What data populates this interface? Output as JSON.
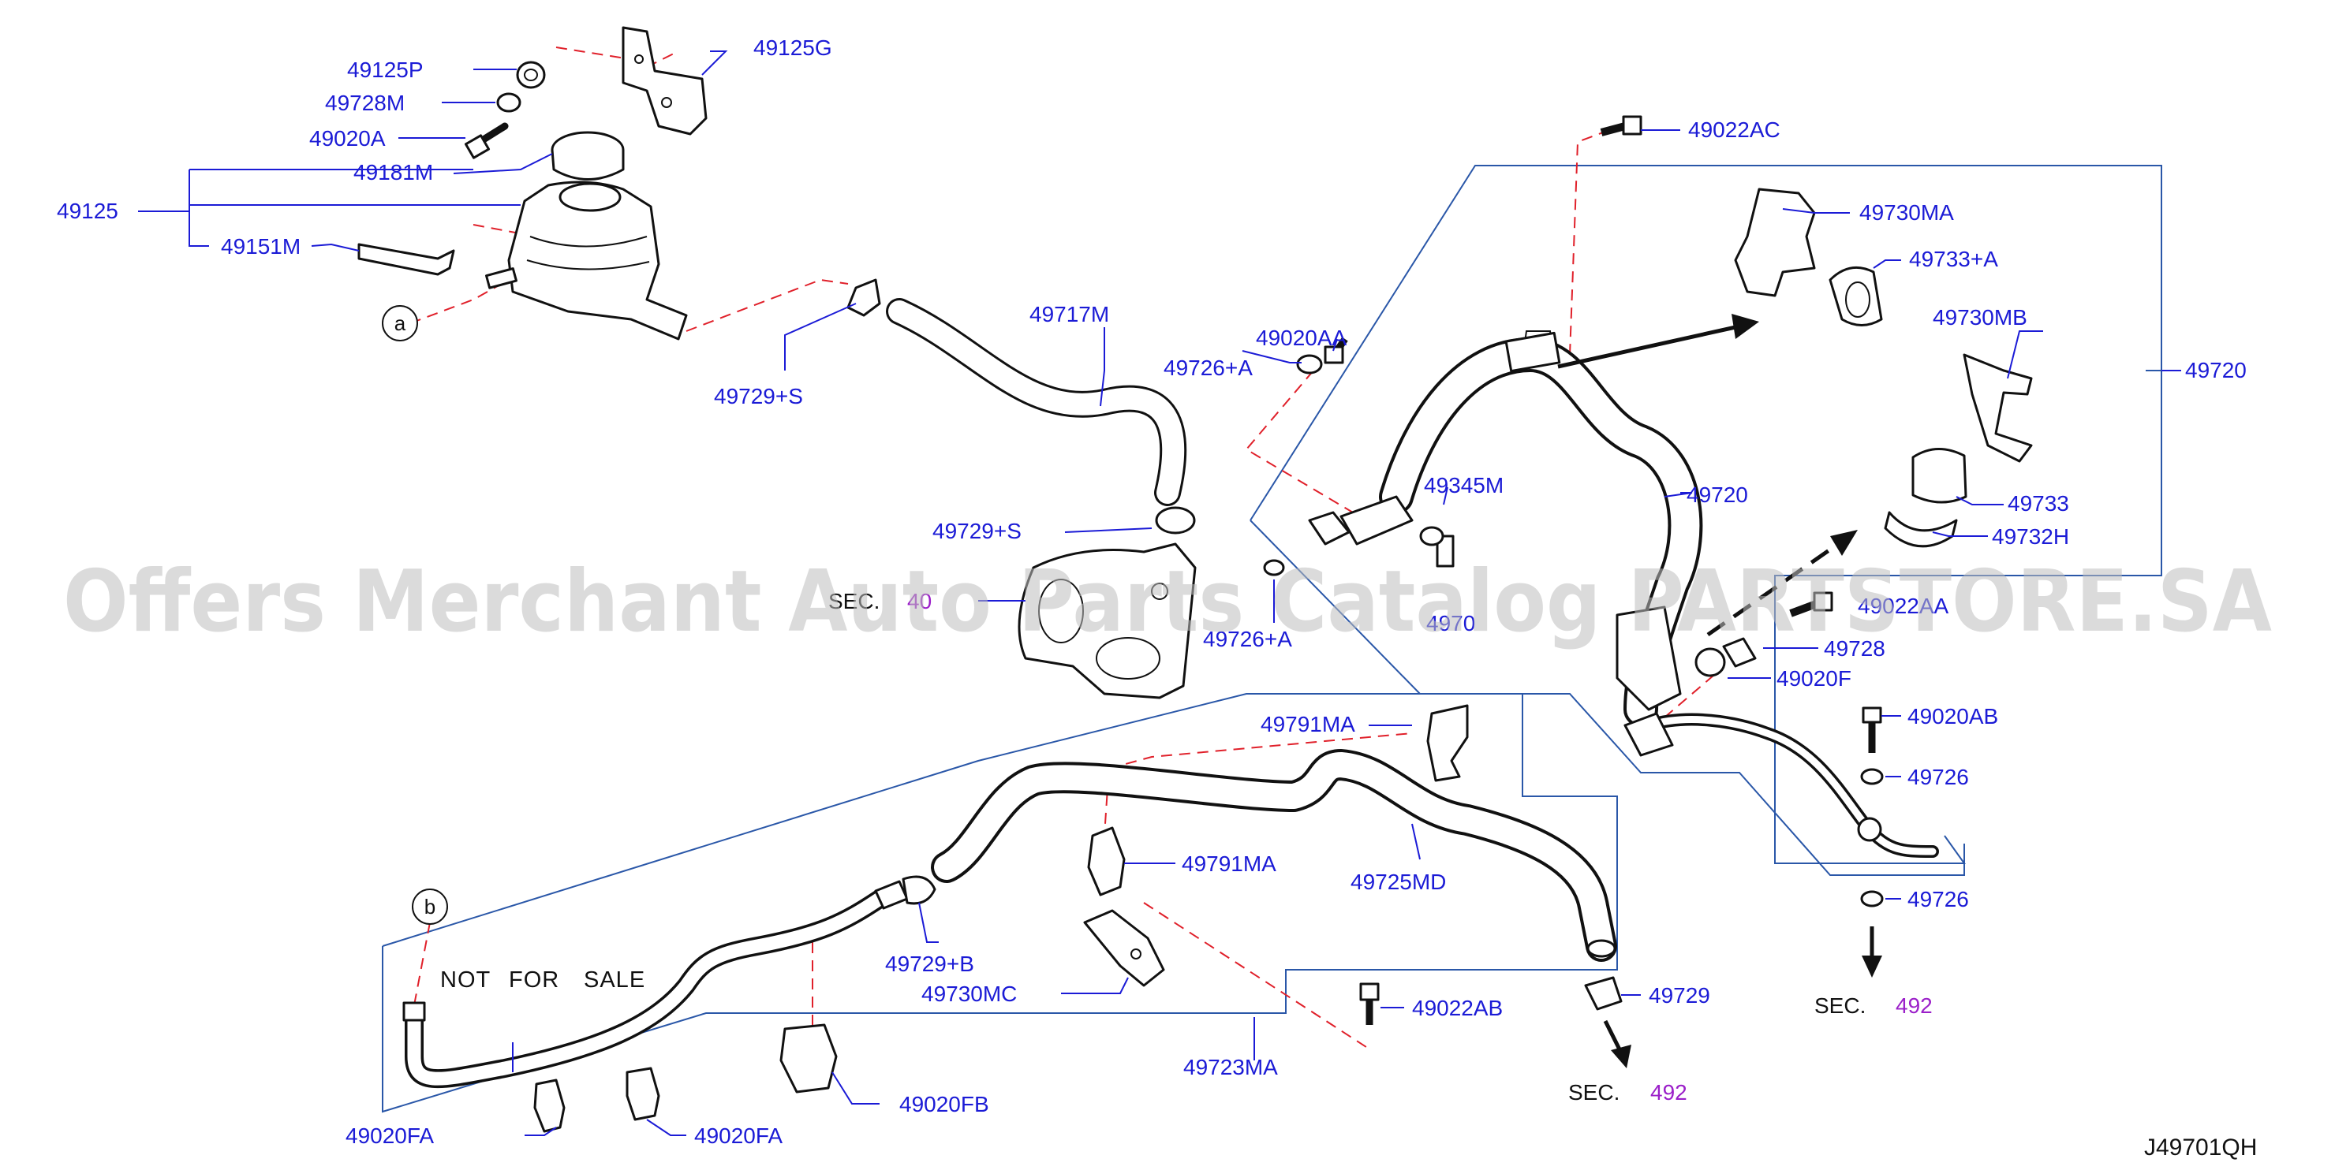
{
  "labels": {
    "p49125P": "49125P",
    "p49125G": "49125G",
    "p49728M": "49728M",
    "p49020A": "49020A",
    "p49181M": "49181M",
    "p49125": "49125",
    "p49151M": "49151M",
    "p49729S_1": "49729+S",
    "p49717M": "49717M",
    "p49020AA": "49020AA",
    "p49726A_1": "49726+A",
    "p49729S_2": "49729+S",
    "p49726A_2": "49726+A",
    "p49022AC": "49022AC",
    "p49730MA": "49730MA",
    "p49733A": "49733+A",
    "p49730MB": "49730MB",
    "p49720_right": "49720",
    "p49720_hose": "49720",
    "p49345M": "49345M",
    "p49733": "49733",
    "p49732H": "49732H",
    "p49022AA": "49022AA",
    "p49728": "49728",
    "p49020F": "49020F",
    "p49020AB": "49020AB",
    "p49726_1": "49726",
    "p49726_2": "49726",
    "p49791MA_1": "49791MA",
    "p49791MA_2": "49791MA",
    "p49725MD": "49725MD",
    "p49729B": "49729+B",
    "p49730MC": "49730MC",
    "p49729": "49729",
    "p49022AB": "49022AB",
    "p49723MA": "49723MA",
    "p49020FB": "49020FB",
    "p49020FA_1": "49020FA",
    "p49020FA_2": "49020FA",
    "p4970x_partial": "4970"
  },
  "refs": {
    "a": "a",
    "b": "b"
  },
  "sec_refs": [
    {
      "prefix": "SEC.",
      "number": "492"
    },
    {
      "prefix": "SEC.",
      "number": "492"
    },
    {
      "prefix": "SEC.",
      "number": "40"
    }
  ],
  "not_for_sale": [
    "NOT",
    "FOR",
    "SALE"
  ],
  "diagram_code": "J49701QH",
  "watermark": "Offers Merchant Auto Parts Catalog PARTSTORE.SA",
  "colors": {
    "part_number": "#1b1bd6",
    "section_number": "#9b1fc9",
    "leader_box": "#2a57a8",
    "dashed_guide": "#e0202a",
    "linework": "#111111"
  }
}
